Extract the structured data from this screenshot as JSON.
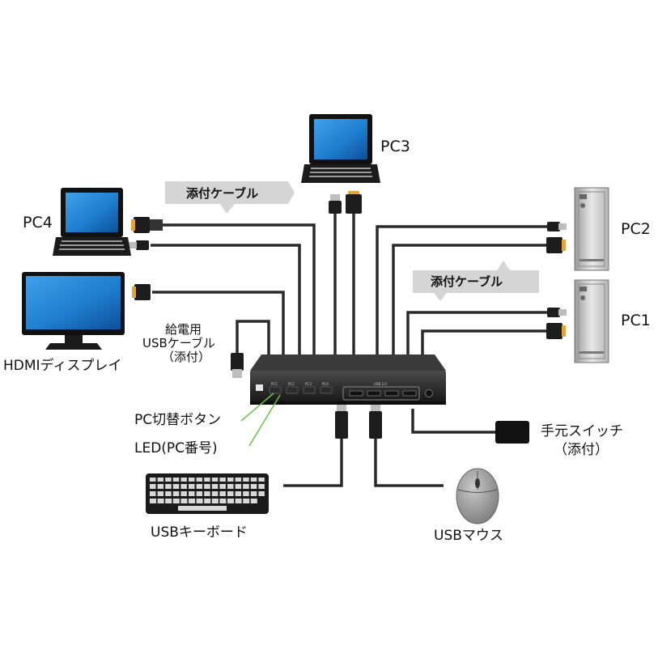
{
  "labels": {
    "pc1": "PC1",
    "pc2": "PC2",
    "pc3": "PC3",
    "pc4": "PC4",
    "included_cable": "添付ケーブル",
    "power_cable_line1": "給電用",
    "power_cable_line2": "USBケーブル",
    "power_cable_line3": "（添付）",
    "hdmi_display": "HDMIディスプレイ",
    "pc_switch_button": "PC切替ボタン",
    "led": "LED(PC番号)",
    "hand_switch_line1": "手元スイッチ",
    "hand_switch_line2": "（添付）",
    "usb_keyboard": "USBキーボード",
    "usb_mouse": "USBマウス"
  },
  "device_panel": {
    "ports": [
      "PC1",
      "PC2",
      "PC3",
      "PC4"
    ],
    "usb_label": "USB 2.0"
  },
  "colors": {
    "cable": "#2a2a2a",
    "callout": "#d5d5d5",
    "led_line": "#6cc04a",
    "screen": "#1f7fd0"
  }
}
